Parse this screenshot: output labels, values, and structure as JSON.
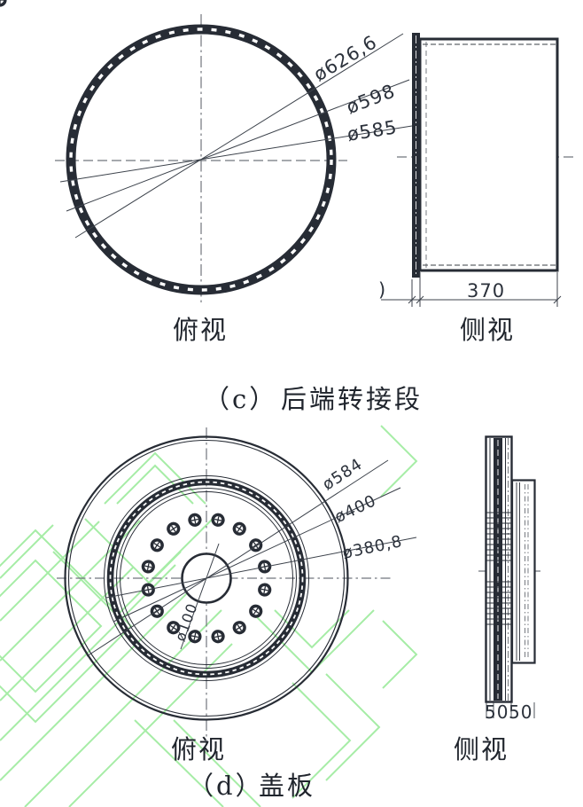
{
  "colors": {
    "ink": "#272c35",
    "thin_line": "#3c424b",
    "centerline": "#71767d",
    "watermark_green": "#9deb9d"
  },
  "section_c": {
    "top_view_label": "俯视",
    "side_view_label": "侧视",
    "caption_prefix": "（c）",
    "caption_title": "后端转接段",
    "dims": {
      "outer": "ø626,6",
      "middle": "ø598",
      "inner": "ø585",
      "side_width": "370",
      "side_clipped": ")"
    }
  },
  "section_d": {
    "top_view_label": "俯视",
    "side_view_label": "侧视",
    "caption_prefix": "（d）",
    "caption_title": "盖板",
    "dims": {
      "outer": "ø584",
      "boss": "ø400",
      "inner": "ø380,8",
      "center_hole": "ø100",
      "side_thickness_1": "50",
      "side_thickness_2": "50"
    }
  }
}
